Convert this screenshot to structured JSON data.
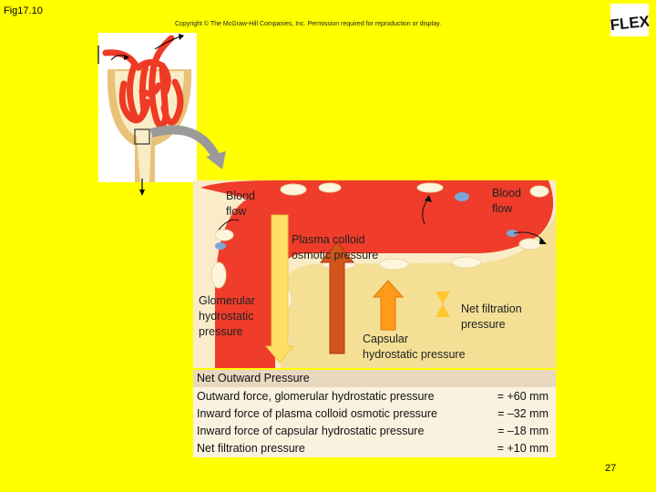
{
  "header": {
    "fig_label": "Fig17.10",
    "copyright": "Copyright © The McGraw-Hill Companies, Inc. Permission required for reproduction or display."
  },
  "logo": {
    "text": "FLEX",
    "icon": "flex-logo-icon"
  },
  "labels": {
    "blood_flow_left": "Blood\nflow",
    "blood_flow_right": "Blood\nflow",
    "plasma_colloid": "Plasma colloid\nosmotic pressure",
    "glomerular": "Glomerular\nhydrostatic\npressure",
    "capsular": "Capsular\nhydrostatic pressure",
    "net_filtration": "Net filtration\npressure"
  },
  "table": {
    "title": "Net Outward Pressure",
    "rows": [
      {
        "label": "Outward force, glomerular hydrostatic pressure",
        "value": "= +60 mm"
      },
      {
        "label": "Inward force of plasma colloid osmotic pressure",
        "value": "= –32 mm"
      },
      {
        "label": "Inward force of capsular hydrostatic pressure",
        "value": "= –18 mm"
      },
      {
        "label": "Net filtration pressure",
        "value": "= +10 mm"
      }
    ]
  },
  "colors": {
    "background": "#ffff00",
    "capillary_red": "#f03c2a",
    "capsule_tan": "#f4df95",
    "arrow_glomerular": "#ffe066",
    "arrow_plasma": "#d2541a",
    "arrow_capsular": "#ff9a1a",
    "arrow_net": "#ffc72c"
  },
  "page": {
    "number": "27"
  }
}
